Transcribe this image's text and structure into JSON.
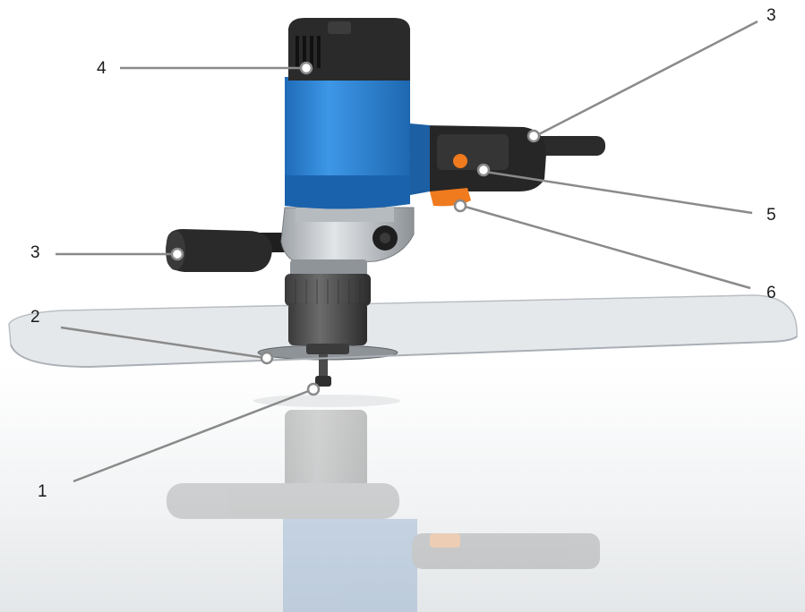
{
  "figure": {
    "callouts": [
      {
        "label": "1",
        "part": "pilot-spindle"
      },
      {
        "label": "2",
        "part": "cutter-disc"
      },
      {
        "label": "3",
        "part": "left-handle"
      },
      {
        "label": "3",
        "part": "right-handle"
      },
      {
        "label": "4",
        "part": "motor-vents"
      },
      {
        "label": "5",
        "part": "lock-button"
      },
      {
        "label": "6",
        "part": "trigger-switch"
      }
    ],
    "colors": {
      "housing_blue": "#2f86d6",
      "motor_cap": "#2a2a2a",
      "accent_orange": "#f07a1e",
      "sheet": "#dfe3e7",
      "gearbox_silver": "#c8ccd0",
      "leader_line": "#8a8a8a"
    }
  }
}
